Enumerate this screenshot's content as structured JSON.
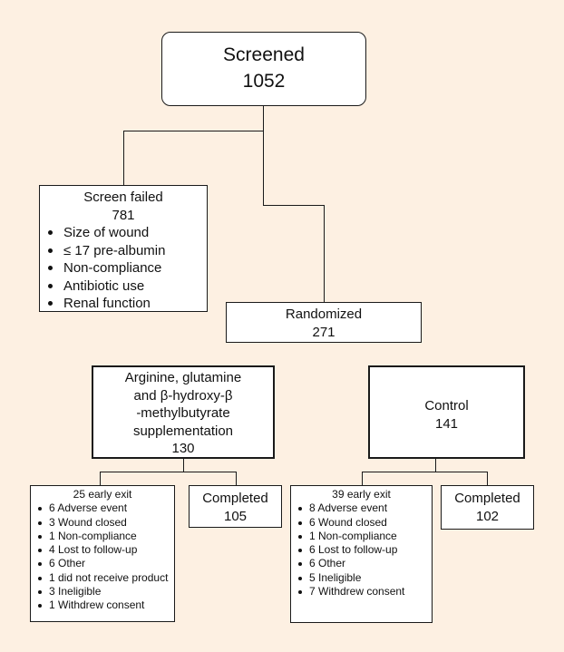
{
  "screened": {
    "label": "Screened",
    "count": "1052"
  },
  "screen_failed": {
    "label": "Screen failed",
    "count": "781",
    "reasons": [
      "Size of wound",
      "≤ 17 pre-albumin",
      "Non-compliance",
      "Antibiotic use",
      "Renal function"
    ]
  },
  "randomized": {
    "label": "Randomized",
    "count": "271"
  },
  "treatment_arm": {
    "lines": [
      "Arginine, glutamine",
      "and β-hydroxy-β",
      "-methylbutyrate",
      "supplementation"
    ],
    "count": "130",
    "early_exit": {
      "label": "25 early exit",
      "reasons": [
        "6 Adverse event",
        "3 Wound closed",
        "1 Non-compliance",
        "4 Lost to follow-up",
        "6 Other",
        "1 did not receive product",
        "3 Ineligible",
        "1 Withdrew consent"
      ]
    },
    "completed": {
      "label": "Completed",
      "count": "105"
    }
  },
  "control_arm": {
    "label": "Control",
    "count": "141",
    "early_exit": {
      "label": "39 early exit",
      "reasons": [
        "8 Adverse event",
        "6 Wound closed",
        "1 Non-compliance",
        "6 Lost to follow-up",
        "6 Other",
        "5 Ineligible",
        "7 Withdrew consent"
      ]
    },
    "completed": {
      "label": "Completed",
      "count": "102"
    }
  },
  "colors": {
    "background": "#fdf0e2",
    "box": "#ffffff",
    "line": "#1a1a1a"
  }
}
